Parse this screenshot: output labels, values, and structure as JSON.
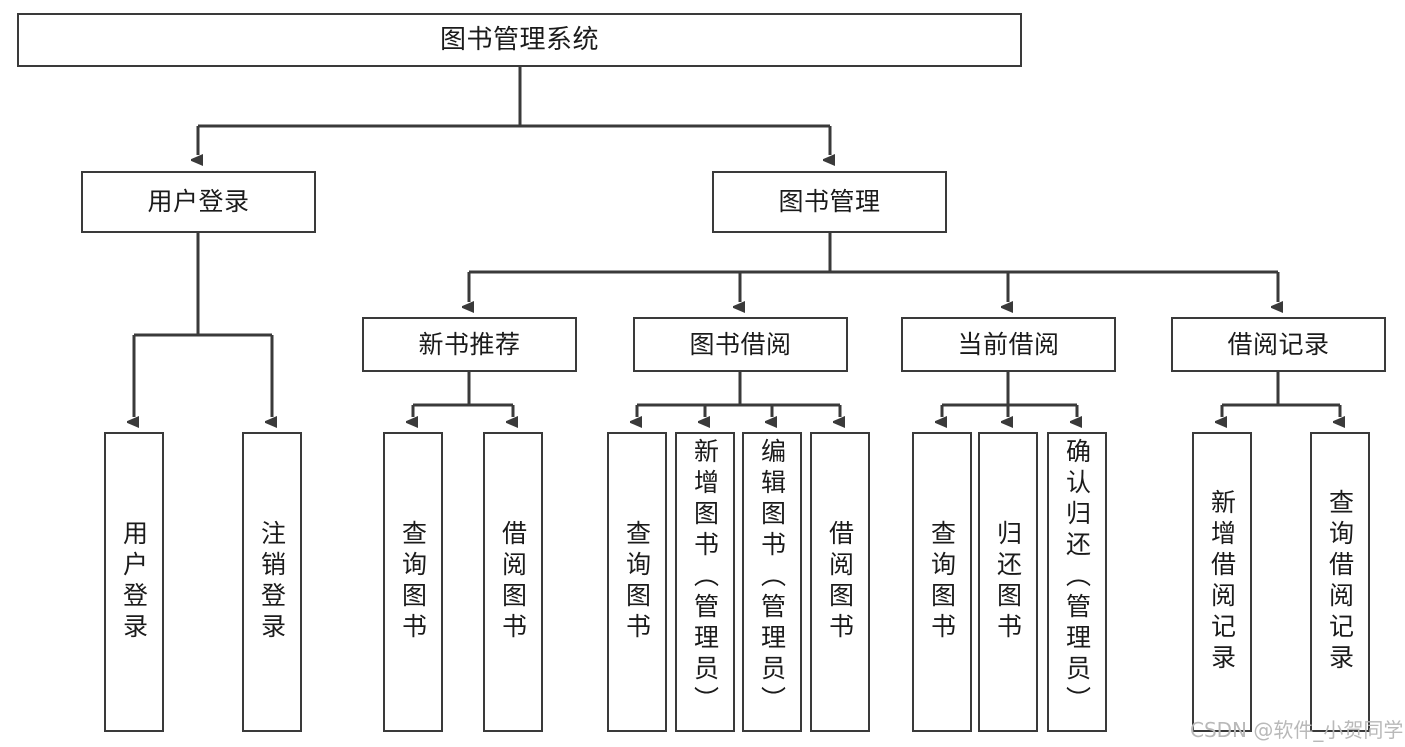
{
  "diagram": {
    "type": "tree-hierarchy",
    "title": "图书管理系统",
    "orientation": "top-down",
    "colors": {
      "stroke": "#3a3a3a",
      "fill": "#ffffff",
      "text": "#1b1b1b",
      "watermark": "#b9b9b9"
    },
    "nodes": {
      "root": {
        "label": "图书管理系统"
      },
      "level1": [
        {
          "id": "user-login",
          "label": "用户登录"
        },
        {
          "id": "book-management",
          "label": "图书管理"
        }
      ],
      "level2": [
        {
          "id": "new-book-recommend",
          "label": "新书推荐"
        },
        {
          "id": "book-borrow",
          "label": "图书借阅"
        },
        {
          "id": "current-borrow",
          "label": "当前借阅"
        },
        {
          "id": "borrow-record",
          "label": "借阅记录"
        }
      ],
      "leaves": {
        "user_login": [
          {
            "id": "leaf-user-login",
            "label": "用户登录"
          },
          {
            "id": "leaf-logout-login",
            "label": "注销登录"
          }
        ],
        "new_book_recommend": [
          {
            "id": "leaf-query-book-1",
            "label": "查询图书"
          },
          {
            "id": "leaf-borrow-book-1",
            "label": "借阅图书"
          }
        ],
        "book_borrow": [
          {
            "id": "leaf-query-book-2",
            "label": "查询图书"
          },
          {
            "id": "leaf-add-book-admin",
            "label": "新增图书（管理员）"
          },
          {
            "id": "leaf-edit-book-admin",
            "label": "编辑图书（管理员）"
          },
          {
            "id": "leaf-borrow-book-2",
            "label": "借阅图书"
          }
        ],
        "current_borrow": [
          {
            "id": "leaf-query-book-3",
            "label": "查询图书"
          },
          {
            "id": "leaf-return-book",
            "label": "归还图书"
          },
          {
            "id": "leaf-confirm-return-admin",
            "label": "确认归还（管理员）"
          }
        ],
        "borrow_record": [
          {
            "id": "leaf-add-borrow-record",
            "label": "新增借阅记录"
          },
          {
            "id": "leaf-query-borrow-record",
            "label": "查询借阅记录"
          }
        ]
      }
    },
    "watermark": "CSDN @软件_小贺同学"
  }
}
